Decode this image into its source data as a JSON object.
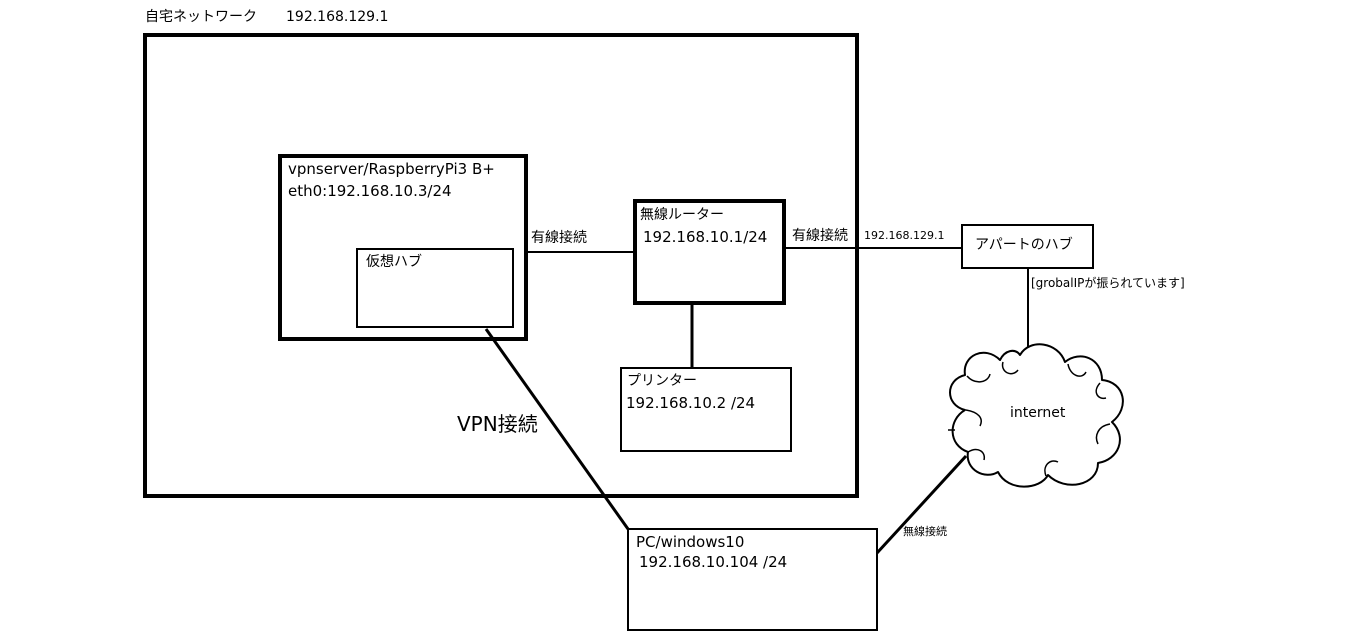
{
  "home_network": {
    "title": "自宅ネットワーク",
    "ip": "192.168.129.1"
  },
  "vpnserver": {
    "name": "vpnserver/RaspberryPi3 B+",
    "ip": "eth0:192.168.10.3/24"
  },
  "virtual_hub": {
    "label": "仮想ハブ"
  },
  "router": {
    "name": "無線ルーター",
    "ip": "192.168.10.1/24"
  },
  "printer": {
    "name": "プリンター",
    "ip": "192.168.10.2 /24"
  },
  "apartment_hub": {
    "label": "アパートのハブ"
  },
  "internet": {
    "label": "internet"
  },
  "pc": {
    "name": "PC/windows10",
    "ip": "192.168.10.104 /24"
  },
  "links": {
    "wired_1": "有線接続",
    "wired_2": "有線接続",
    "wired_2_ip": "192.168.129.1",
    "vpn": "VPN接続",
    "wireless": "無線接続",
    "global_ip_note": "[grobalIPが振られています]"
  }
}
